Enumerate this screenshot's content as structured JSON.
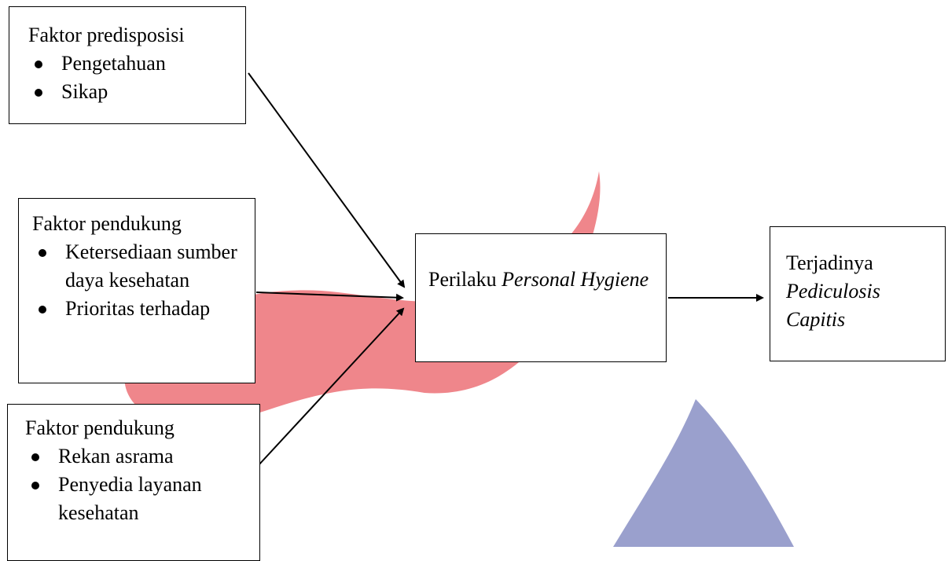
{
  "boxes": {
    "predisposisi": {
      "title": "Faktor predisposisi",
      "items": [
        "Pengetahuan",
        "Sikap"
      ]
    },
    "pendukung_1": {
      "title": "Faktor pendukung",
      "items": [
        "Ketersediaan sumber daya kesehatan",
        "Prioritas terhadap"
      ]
    },
    "pendukung_2": {
      "title": "Faktor pendukung",
      "items": [
        "Rekan asrama",
        "Penyedia layanan kesehatan"
      ]
    },
    "perilaku": {
      "prefix": "Perilaku",
      "italic": "Personal Hygiene"
    },
    "terjadinya": {
      "prefix": "Terjadinya",
      "italic": "Pediculosis Capitis"
    }
  },
  "colors": {
    "watermark_red": "#ef868b",
    "watermark_blue": "#9aa0cd"
  }
}
